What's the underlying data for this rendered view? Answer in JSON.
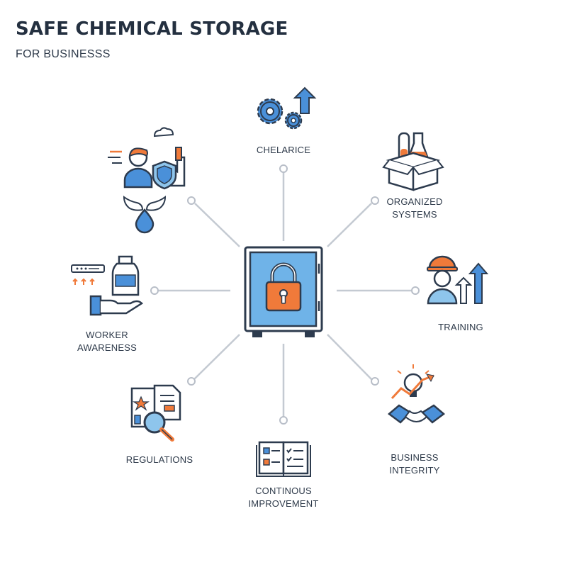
{
  "header": {
    "title": "SAFE CHEMICAL STORAGE",
    "subtitle": "FOR BUSINESSS"
  },
  "hub": {
    "icon": "locked-safe-icon"
  },
  "nodes": {
    "top": {
      "label": "CHELARICE",
      "icon": "gears-arrow-icon"
    },
    "top_right": {
      "label": "ORGANIZED\nSYSTEMS",
      "icon": "labware-box-icon"
    },
    "right": {
      "label": "TRAINING",
      "icon": "worker-growth-icon"
    },
    "bottom_right": {
      "label": "BUSINESS\nINTEGRITY",
      "icon": "handshake-lightbulb-icon"
    },
    "bottom": {
      "label": "CONTINOUS\nIMPROVEMENT",
      "icon": "checklist-book-icon"
    },
    "bottom_left": {
      "label": "REGULATIONS",
      "icon": "document-magnifier-icon"
    },
    "left": {
      "label": "WORKER\nAWARENESS",
      "icon": "bottle-hand-icon"
    },
    "top_left": {
      "label": "",
      "icon": "worker-shield-factory-icon"
    }
  },
  "colors": {
    "blue": "#4a90d9",
    "light_blue": "#8ec5ec",
    "orange": "#f07a3a",
    "outline": "#2d3b4e",
    "connector": "#c4cad2"
  }
}
